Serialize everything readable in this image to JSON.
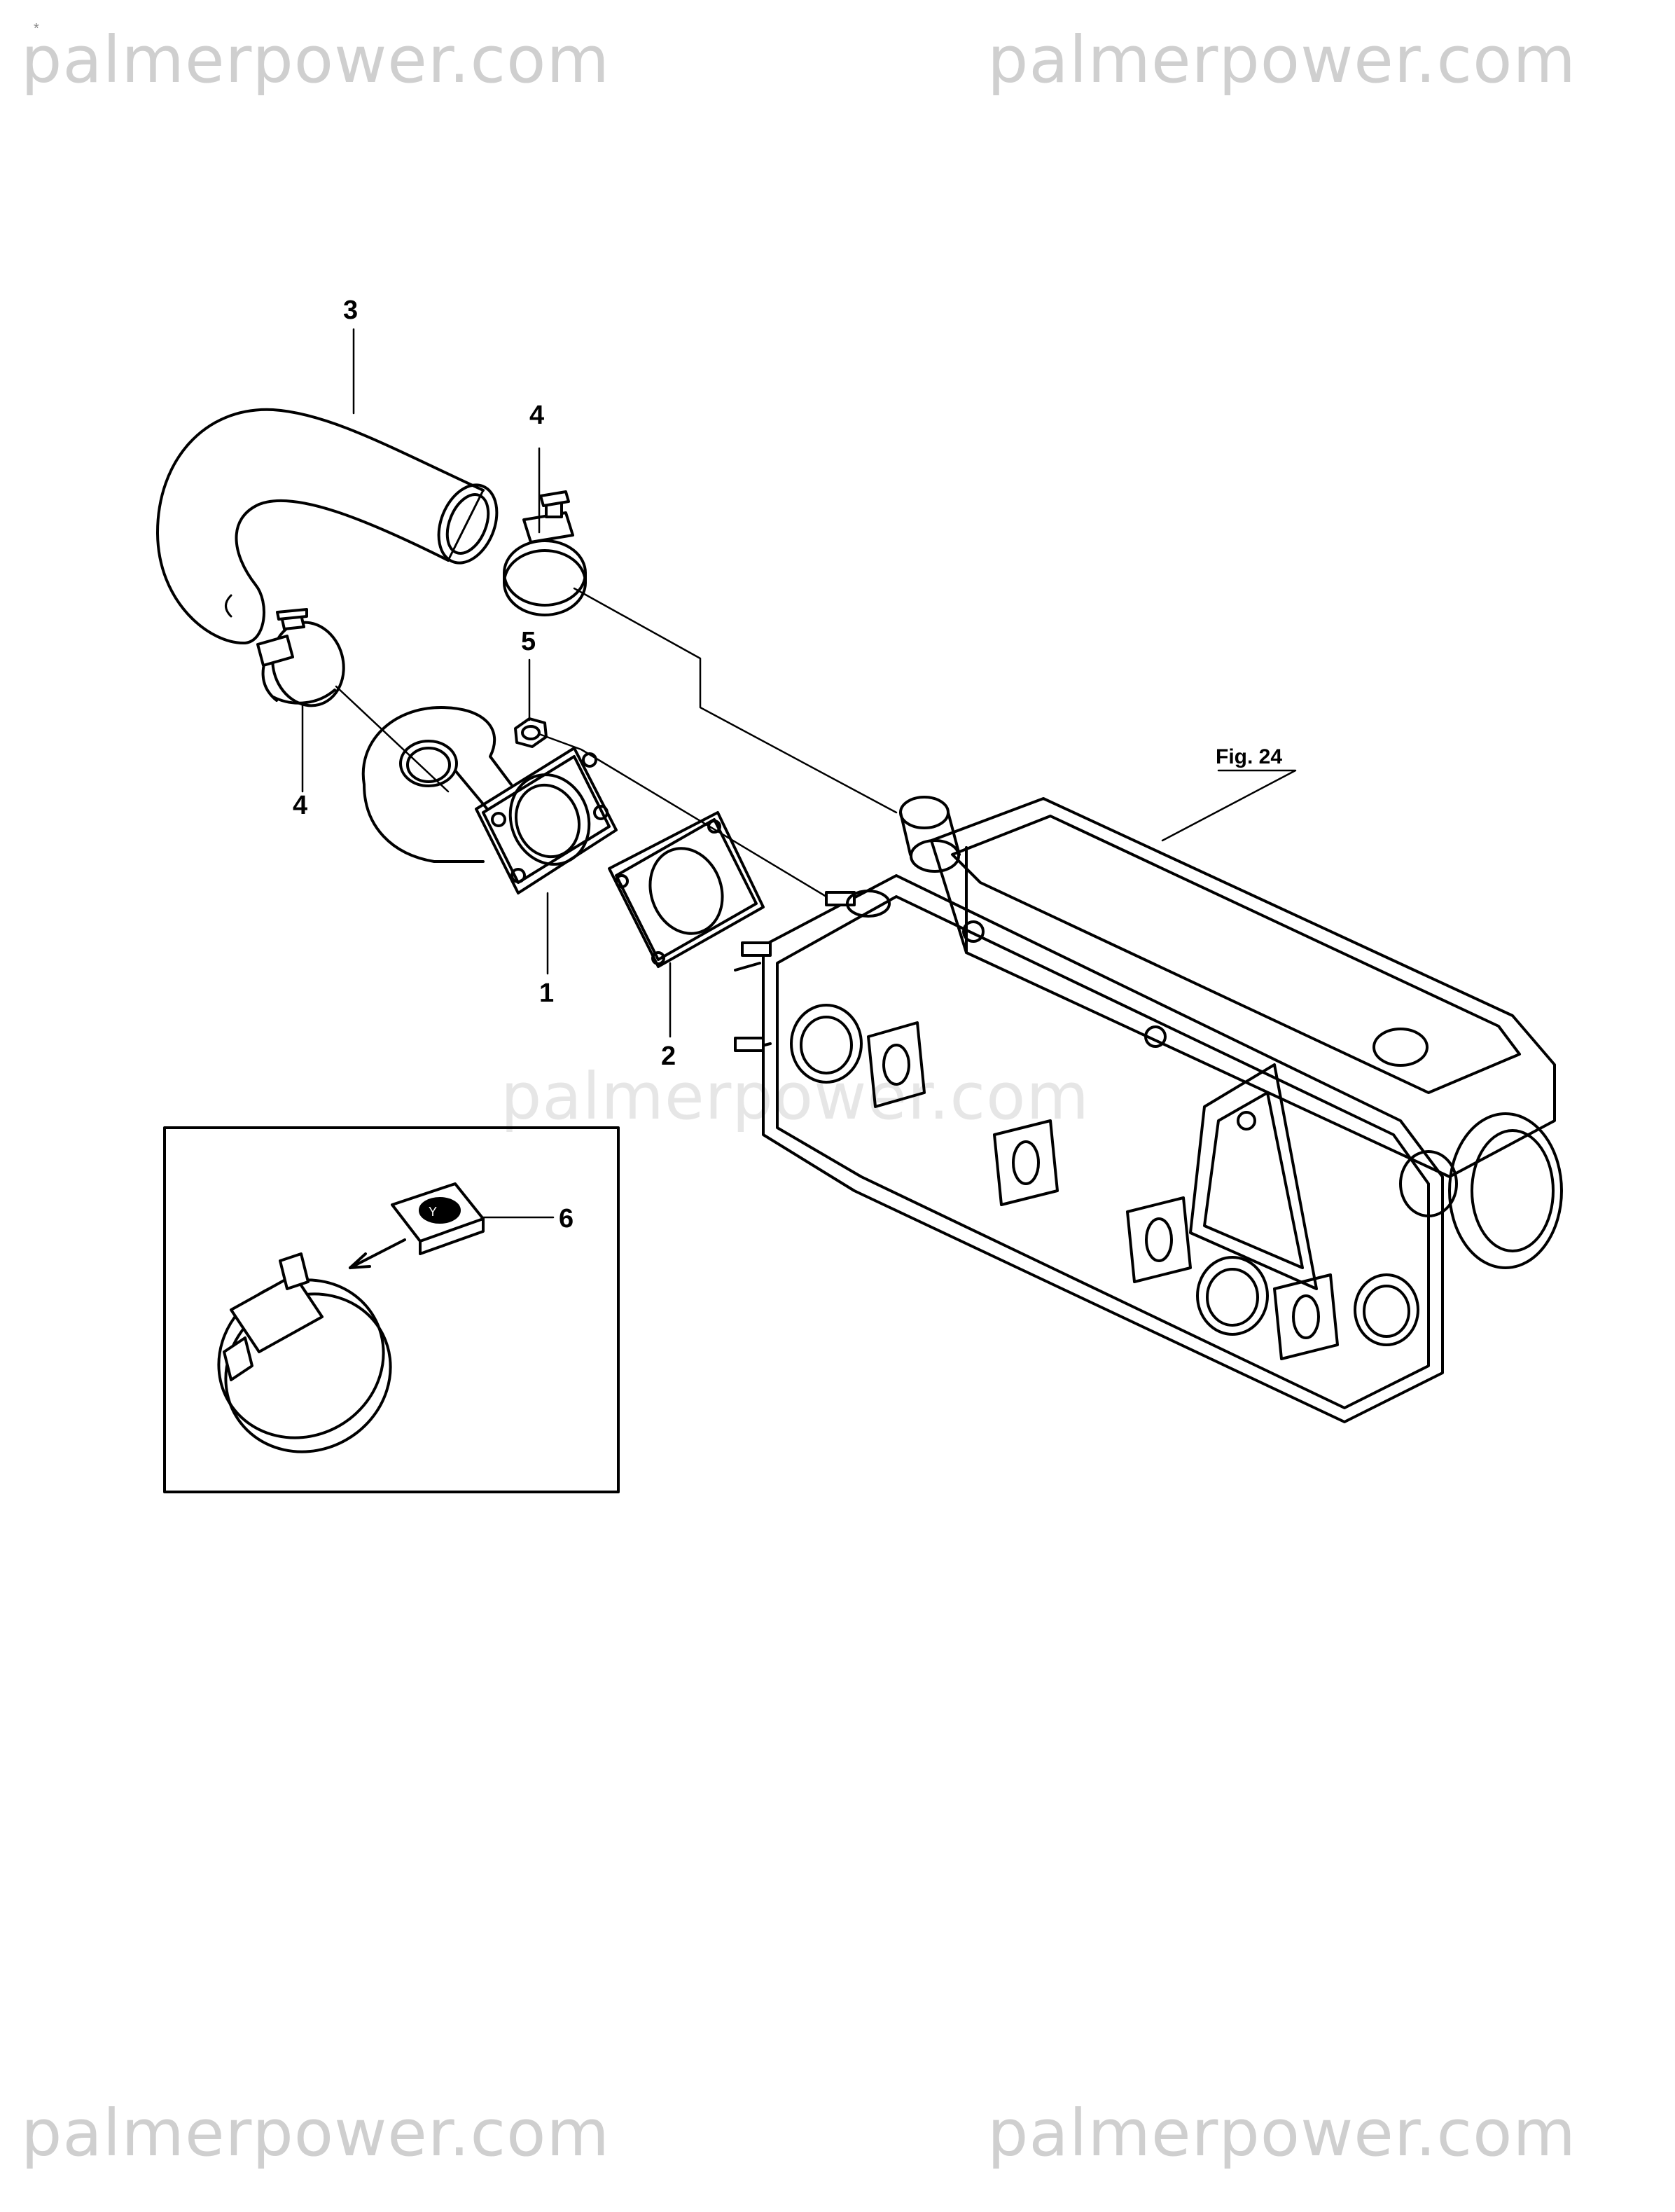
{
  "watermarks": {
    "top_left": "palmerpower.com",
    "top_right": "palmerpower.com",
    "center": "palmerpower.com",
    "bottom_left": "palmerpower.com",
    "bottom_right": "palmerpower.com"
  },
  "corner_mark": "*",
  "callouts": {
    "part_3": "3",
    "part_4_upper": "4",
    "part_5": "5",
    "part_4_lower": "4",
    "part_1": "1",
    "part_2": "2",
    "part_6": "6",
    "fig_ref": "Fig. 24"
  }
}
